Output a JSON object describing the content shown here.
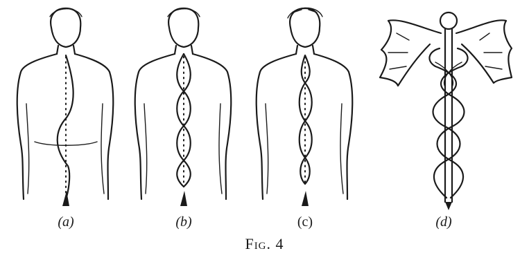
{
  "figure": {
    "caption": "Fig. 4",
    "panels": [
      {
        "id": "a",
        "label": "(a)"
      },
      {
        "id": "b",
        "label": "(b)"
      },
      {
        "id": "c",
        "label": "(c)"
      },
      {
        "id": "d",
        "label": "(d)"
      }
    ]
  }
}
